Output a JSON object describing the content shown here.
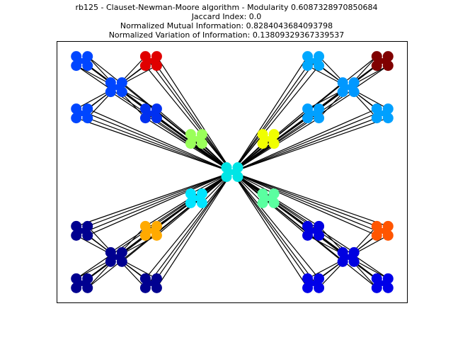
{
  "figure": {
    "title_lines": [
      "rb125 - Clauset-Newman-Moore algorithm - Modularity 0.6087328970850684",
      "Jaccard Index: 0.0",
      "Normalized Mutual Information: 0.8284043684093798",
      "Normalized Variation of Information: 0.13809329367339537"
    ]
  },
  "chart_data": {
    "type": "network",
    "title": "rb125 - Clauset-Newman-Moore algorithm - Modularity 0.6087328970850684",
    "annotations": [
      "Jaccard Index: 0.0",
      "Normalized Mutual Information: 0.8284043684093798",
      "Normalized Variation of Information: 0.13809329367339537"
    ],
    "xlim": [
      0,
      10
    ],
    "ylim": [
      0,
      7.5
    ],
    "edge_color": "#000000",
    "node_clusters": [
      {
        "id": "center",
        "x": 5.0,
        "y": 3.75,
        "color": "#00e5e5"
      },
      {
        "id": "ul-a",
        "x": 3.98,
        "y": 4.7,
        "color": "#9aff5a"
      },
      {
        "id": "ul-hub",
        "x": 1.7,
        "y": 6.18,
        "color": "#0046ff"
      },
      {
        "id": "ul-tl",
        "x": 0.72,
        "y": 6.93,
        "color": "#0046ff"
      },
      {
        "id": "ul-tr",
        "x": 2.69,
        "y": 6.93,
        "color": "#e00000"
      },
      {
        "id": "ul-bl",
        "x": 0.72,
        "y": 5.43,
        "color": "#0046ff"
      },
      {
        "id": "ul-br",
        "x": 2.69,
        "y": 5.43,
        "color": "#0030f0"
      },
      {
        "id": "ur-a",
        "x": 6.03,
        "y": 4.7,
        "color": "#f0ff00"
      },
      {
        "id": "ur-hub",
        "x": 8.31,
        "y": 6.18,
        "color": "#0098ff"
      },
      {
        "id": "ur-tl",
        "x": 7.31,
        "y": 6.93,
        "color": "#00a8ff"
      },
      {
        "id": "ur-tr",
        "x": 9.28,
        "y": 6.93,
        "color": "#800000"
      },
      {
        "id": "ur-bl",
        "x": 7.31,
        "y": 5.43,
        "color": "#00a0ff"
      },
      {
        "id": "ur-br",
        "x": 9.28,
        "y": 5.43,
        "color": "#00a0ff"
      },
      {
        "id": "ll-a",
        "x": 3.98,
        "y": 3.0,
        "color": "#00e5ff"
      },
      {
        "id": "ll-hub",
        "x": 1.7,
        "y": 1.32,
        "color": "#000090"
      },
      {
        "id": "ll-tl",
        "x": 0.72,
        "y": 2.07,
        "color": "#000090"
      },
      {
        "id": "ll-tr",
        "x": 2.69,
        "y": 2.07,
        "color": "#ffaa00"
      },
      {
        "id": "ll-bl",
        "x": 0.72,
        "y": 0.57,
        "color": "#000090"
      },
      {
        "id": "ll-br",
        "x": 2.69,
        "y": 0.57,
        "color": "#000090"
      },
      {
        "id": "lr-a",
        "x": 6.03,
        "y": 3.0,
        "color": "#5affa0"
      },
      {
        "id": "lr-hub",
        "x": 8.31,
        "y": 1.32,
        "color": "#0000e0"
      },
      {
        "id": "lr-tl",
        "x": 7.31,
        "y": 2.07,
        "color": "#0000e0"
      },
      {
        "id": "lr-tr",
        "x": 9.28,
        "y": 2.07,
        "color": "#ff5500"
      },
      {
        "id": "lr-bl",
        "x": 7.31,
        "y": 0.57,
        "color": "#0000e8"
      },
      {
        "id": "lr-br",
        "x": 9.28,
        "y": 0.57,
        "color": "#0000e8"
      }
    ],
    "cluster_edges": [
      [
        "center",
        "ul-a"
      ],
      [
        "center",
        "ul-hub"
      ],
      [
        "center",
        "ul-tl"
      ],
      [
        "center",
        "ul-tr"
      ],
      [
        "center",
        "ul-bl"
      ],
      [
        "center",
        "ul-br"
      ],
      [
        "ul-hub",
        "ul-tl"
      ],
      [
        "ul-hub",
        "ul-tr"
      ],
      [
        "ul-hub",
        "ul-bl"
      ],
      [
        "ul-hub",
        "ul-br"
      ],
      [
        "center",
        "ur-a"
      ],
      [
        "center",
        "ur-hub"
      ],
      [
        "center",
        "ur-tl"
      ],
      [
        "center",
        "ur-tr"
      ],
      [
        "center",
        "ur-bl"
      ],
      [
        "center",
        "ur-br"
      ],
      [
        "ur-hub",
        "ur-tl"
      ],
      [
        "ur-hub",
        "ur-tr"
      ],
      [
        "ur-hub",
        "ur-bl"
      ],
      [
        "ur-hub",
        "ur-br"
      ],
      [
        "center",
        "ll-a"
      ],
      [
        "center",
        "ll-hub"
      ],
      [
        "center",
        "ll-tl"
      ],
      [
        "center",
        "ll-tr"
      ],
      [
        "center",
        "ll-bl"
      ],
      [
        "center",
        "ll-br"
      ],
      [
        "ll-hub",
        "ll-tl"
      ],
      [
        "ll-hub",
        "ll-tr"
      ],
      [
        "ll-hub",
        "ll-bl"
      ],
      [
        "ll-hub",
        "ll-br"
      ],
      [
        "center",
        "lr-a"
      ],
      [
        "center",
        "lr-hub"
      ],
      [
        "center",
        "lr-tl"
      ],
      [
        "center",
        "lr-tr"
      ],
      [
        "center",
        "lr-bl"
      ],
      [
        "center",
        "lr-br"
      ],
      [
        "lr-hub",
        "lr-tl"
      ],
      [
        "lr-hub",
        "lr-tr"
      ],
      [
        "lr-hub",
        "lr-bl"
      ],
      [
        "lr-hub",
        "lr-br"
      ]
    ],
    "grid": false,
    "axes_ticks": false
  }
}
